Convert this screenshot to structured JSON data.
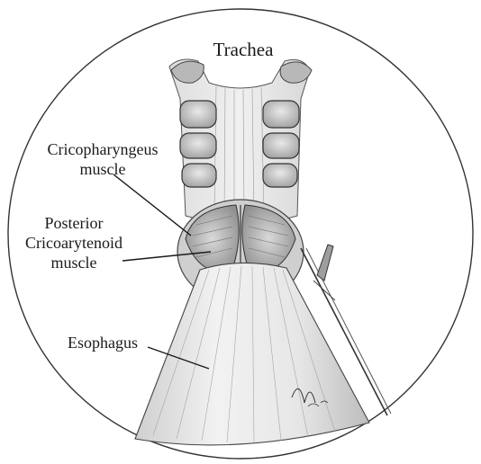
{
  "labels": {
    "trachea": "Trachea",
    "cricopharyngeus_line1": "Cricopharyngeus",
    "cricopharyngeus_line2": "muscle",
    "pca_line1": "Posterior",
    "pca_line2": "Cricoarytenoid",
    "pca_line3": "muscle",
    "esophagus": "Esophagus"
  },
  "colors": {
    "ink": "#1a1a1a",
    "shade_dark": "#8c8c8c",
    "shade_mid": "#bdbdbd",
    "shade_light": "#e4e4e4",
    "background": "#ffffff"
  }
}
